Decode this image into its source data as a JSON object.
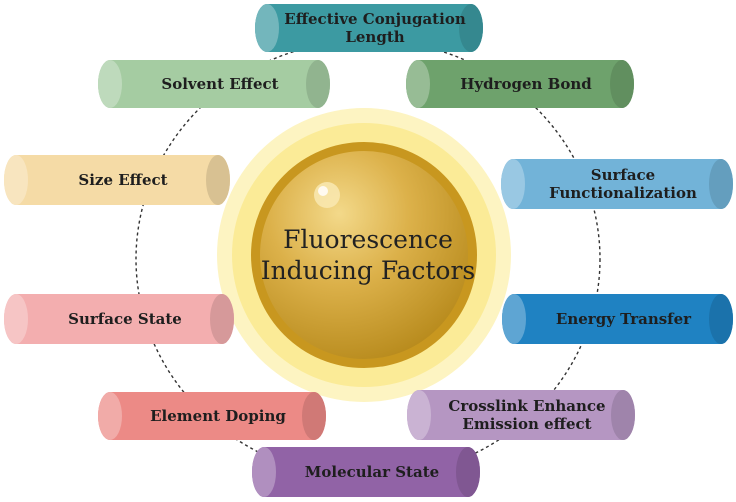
{
  "center": {
    "line1": "Fluorescence",
    "line2": "Inducing Factors",
    "color": "#d6a52c",
    "glow": "#fbefa6"
  },
  "factors": [
    {
      "key": "effective-conjugation-length",
      "lines": [
        "Effective Conjugation",
        "Length"
      ],
      "color": "#3c9aa2"
    },
    {
      "key": "solvent-effect",
      "lines": [
        "Solvent Effect"
      ],
      "color": "#a5cca2"
    },
    {
      "key": "hydrogen-bond",
      "lines": [
        "Hydrogen Bond"
      ],
      "color": "#6ea26c"
    },
    {
      "key": "size-effect",
      "lines": [
        "Size Effect"
      ],
      "color": "#f5dba6"
    },
    {
      "key": "surface-functionalization",
      "lines": [
        "Surface",
        "Functionalization"
      ],
      "color": "#72b3d8"
    },
    {
      "key": "surface-state",
      "lines": [
        "Surface State"
      ],
      "color": "#f3aeaf"
    },
    {
      "key": "energy-transfer",
      "lines": [
        "Energy Transfer"
      ],
      "color": "#1f82c2"
    },
    {
      "key": "element-doping",
      "lines": [
        "Element Doping"
      ],
      "color": "#ec8a86"
    },
    {
      "key": "crosslink-enhance-emission-effect",
      "lines": [
        "Crosslink Enhance",
        "Emission effect"
      ],
      "color": "#b596c2"
    },
    {
      "key": "molecular-state",
      "lines": [
        "Molecular State"
      ],
      "color": "#9163a6"
    }
  ]
}
